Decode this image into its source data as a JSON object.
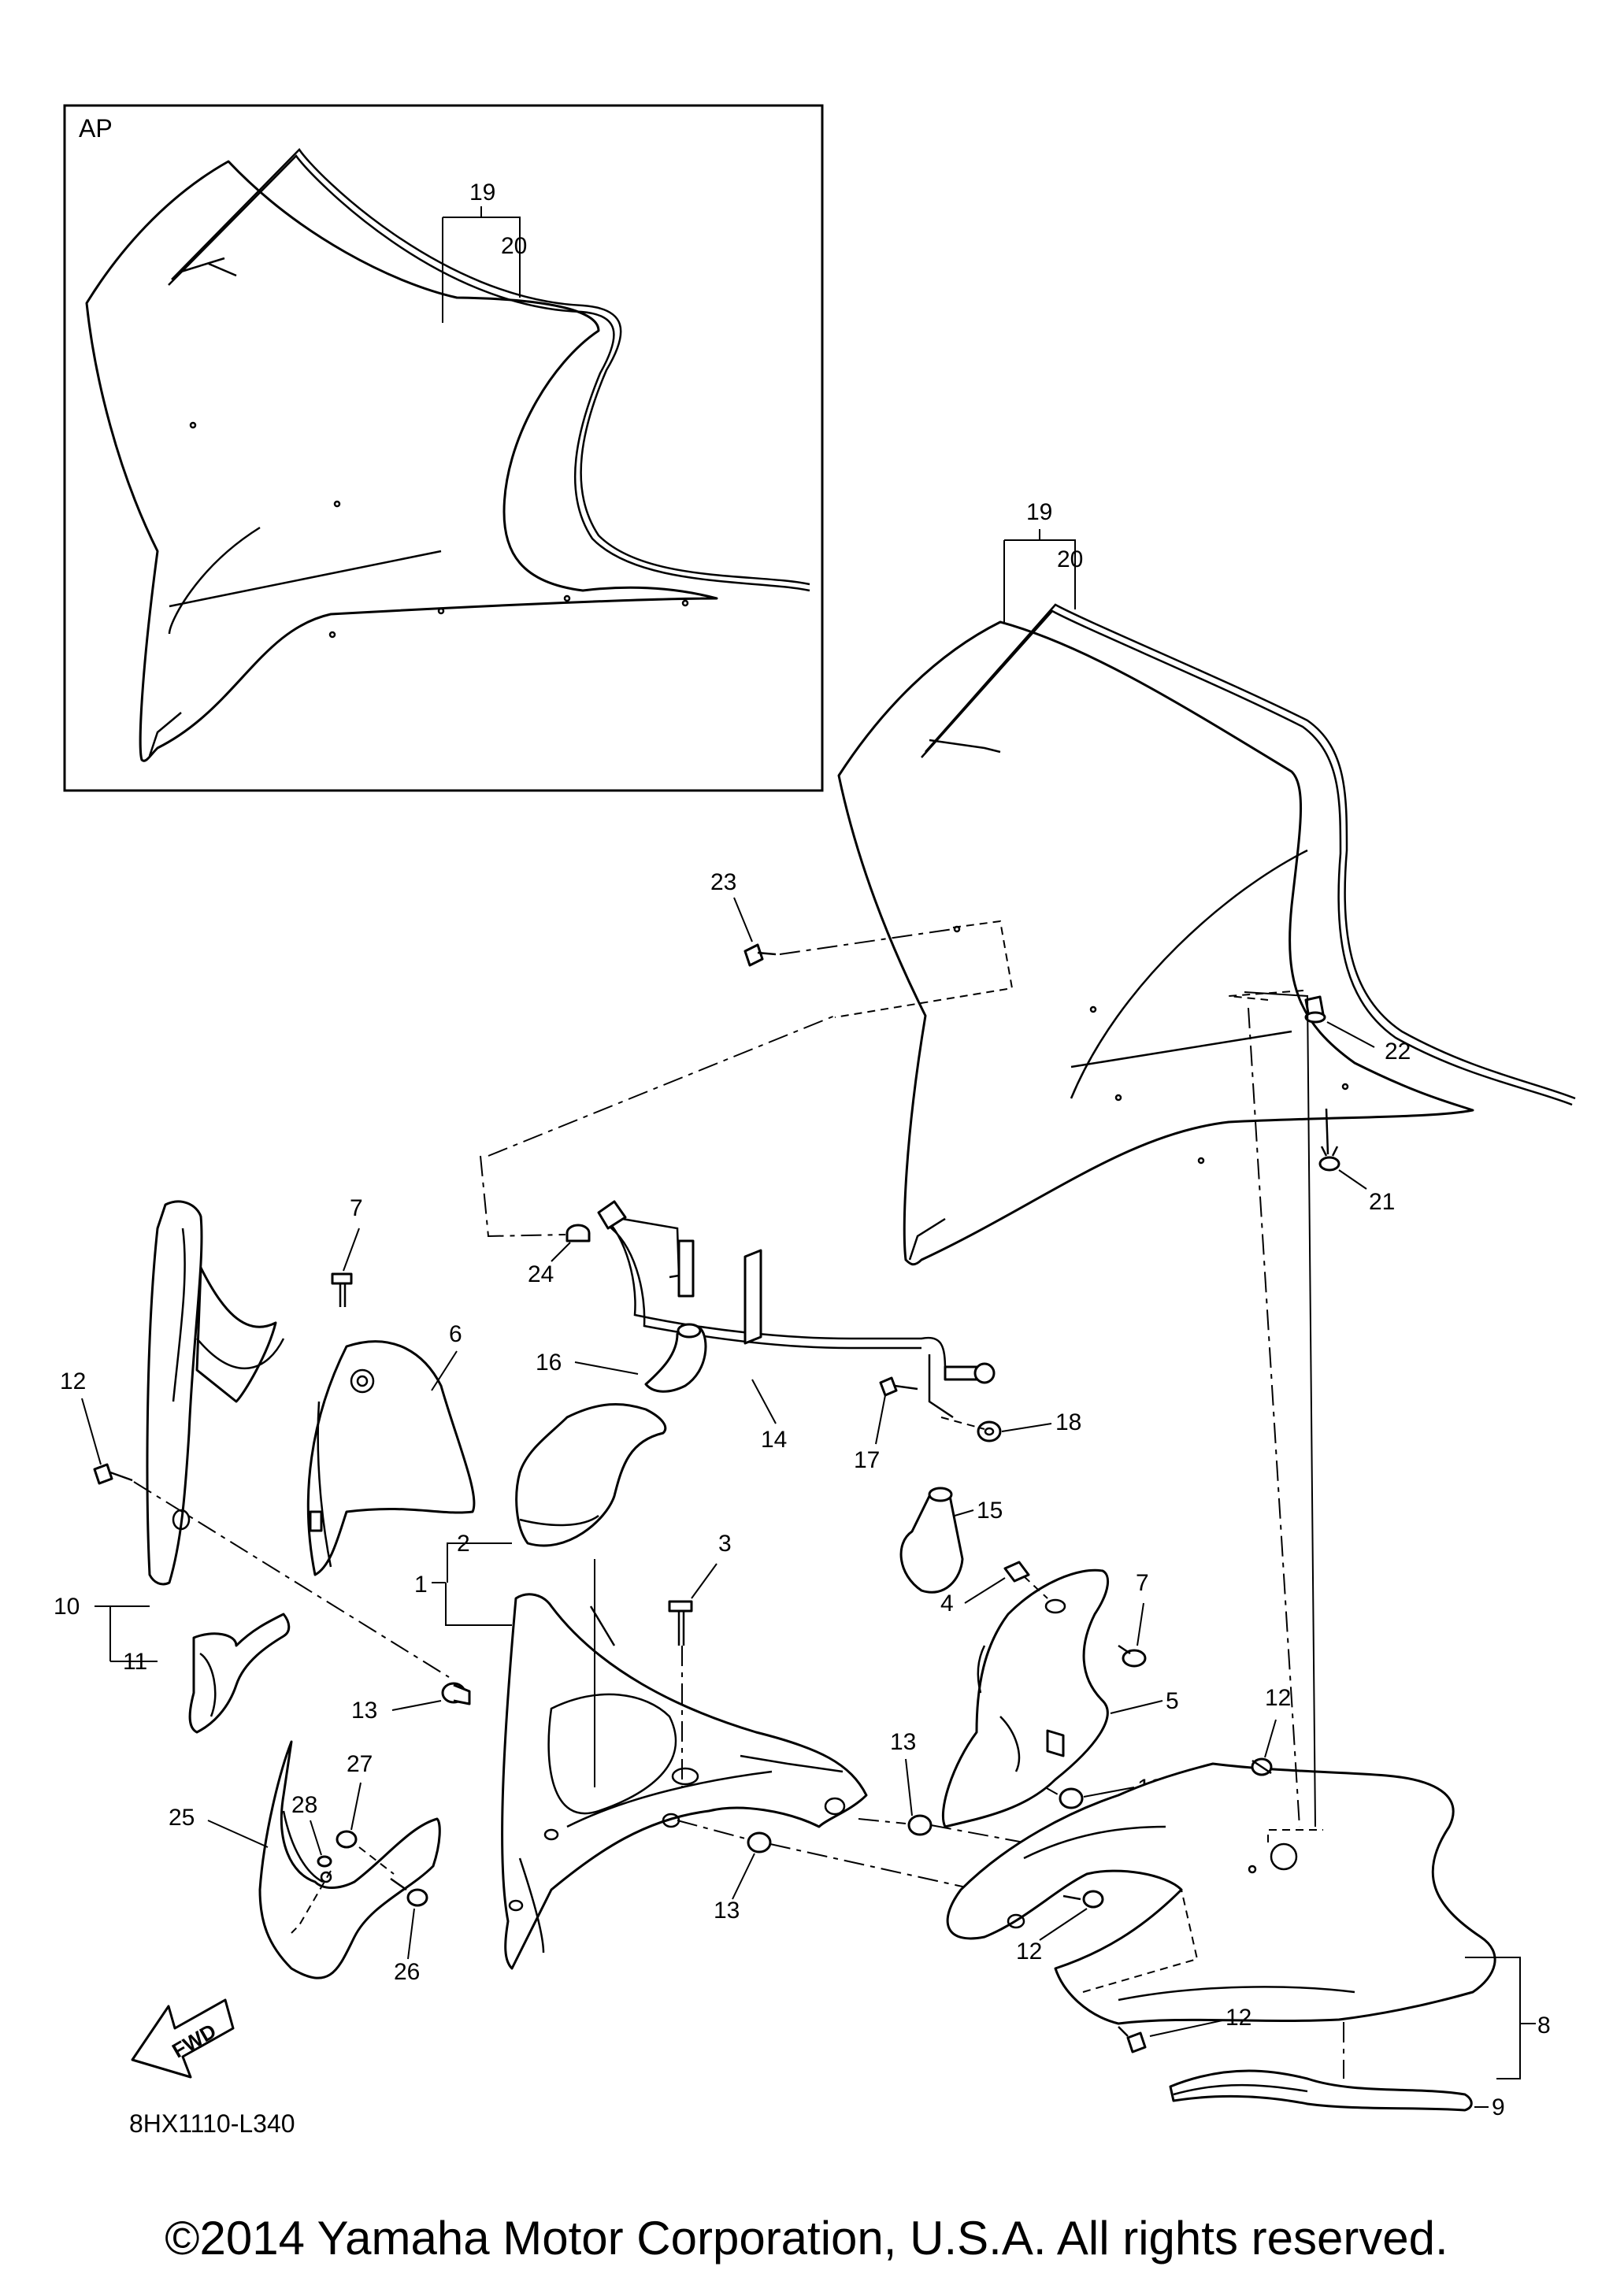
{
  "inset": {
    "tag": "AP"
  },
  "labels": {
    "p1": "1",
    "p2": "2",
    "p3": "3",
    "p4": "4",
    "p5": "5",
    "p6": "6",
    "p7a": "7",
    "p7b": "7",
    "p8": "8",
    "p9": "9",
    "p10": "10",
    "p11": "11",
    "p12a": "12",
    "p12b": "12",
    "p12c": "12",
    "p12d": "12",
    "p13a": "13",
    "p13b": "13",
    "p13c": "13",
    "p13d": "13",
    "p14": "14",
    "p15": "15",
    "p16": "16",
    "p17": "17",
    "p18": "18",
    "p19a": "19",
    "p19b": "19",
    "p20a": "20",
    "p20b": "20",
    "p21": "21",
    "p22": "22",
    "p23": "23",
    "p24": "24",
    "p25": "25",
    "p26": "26",
    "p27": "27",
    "p28": "28"
  },
  "fwd_arrow": "FWD",
  "drawing_code": "8HX1110-L340",
  "copyright": "©2014 Yamaha Motor Corporation, U.S.A. All rights reserved."
}
